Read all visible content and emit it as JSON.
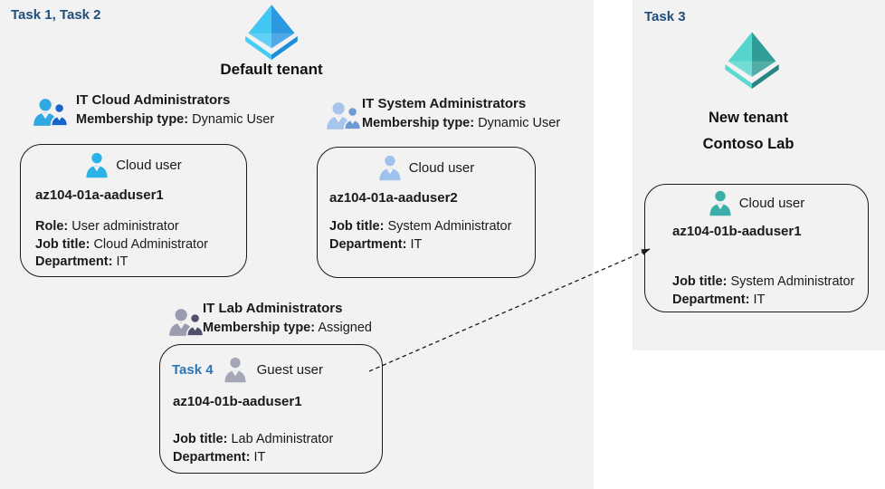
{
  "colors": {
    "bg_panel": "#F2F2F2",
    "ink": "#1A1A1A",
    "task_blue": "#1F4E79",
    "task4_blue": "#2E75B6",
    "az_light": "#41C7F2",
    "az_dark": "#2B98E0",
    "az_rim_l": "#45CDF5",
    "az_rim_r": "#1E8CD9",
    "teal_light": "#57D5CD",
    "teal_dark": "#2F9D96",
    "teal_rim_l": "#5CDAD2",
    "teal_rim_r": "#27847E",
    "g1_big": "#2FA7E0",
    "g1_small": "#1666C9",
    "g2_big": "#A7C5EB",
    "g2_small": "#6E99D2",
    "g3_big": "#9C9CB1",
    "g3_small": "#50506B",
    "u1": "#2BB2E7",
    "u2": "#9EC2EC",
    "u3": "#A3A7B8",
    "u4": "#3AAEA8",
    "arrow": "#1A1A1A"
  },
  "icons": {
    "tenant_icon": "azure-ad-diamond",
    "group_icon": "two-users-silhouette",
    "user_icon": "person-silhouette"
  },
  "default_tenant": {
    "task_label": "Task 1, Task 2",
    "tenant_label": "Default tenant",
    "groups": [
      {
        "name": "IT Cloud Administrators",
        "membership_label": "Membership type:",
        "membership_value": "Dynamic User"
      },
      {
        "name": "IT System Administrators",
        "membership_label": "Membership type:",
        "membership_value": "Dynamic User"
      },
      {
        "name": "IT Lab Administrators",
        "membership_label": "Membership type:",
        "membership_value": "Assigned"
      }
    ],
    "cards": [
      {
        "type_label": "Cloud user",
        "name": "az104-01a-aaduser1",
        "details": [
          {
            "label": "Role:",
            "value": "User administrator"
          },
          {
            "label": "Job title:",
            "value": "Cloud Administrator"
          },
          {
            "label": "Department:",
            "value": "IT"
          }
        ]
      },
      {
        "type_label": "Cloud user",
        "name": "az104-01a-aaduser2",
        "details": [
          {
            "label": "Job title:",
            "value": "System Administrator"
          },
          {
            "label": "Department:",
            "value": "IT"
          }
        ]
      },
      {
        "task_label": "Task 4",
        "type_label": "Guest user",
        "name": "az104-01b-aaduser1",
        "details": [
          {
            "label": "Job title:",
            "value": "Lab Administrator"
          },
          {
            "label": "Department:",
            "value": "IT"
          }
        ]
      }
    ]
  },
  "new_tenant": {
    "task_label": "Task 3",
    "tenant_label_line1": "New tenant",
    "tenant_label_line2": "Contoso Lab",
    "card": {
      "type_label": "Cloud user",
      "name": "az104-01b-aaduser1",
      "details": [
        {
          "label": "Job title:",
          "value": "System Administrator"
        },
        {
          "label": "Department:",
          "value": "IT"
        }
      ]
    }
  }
}
